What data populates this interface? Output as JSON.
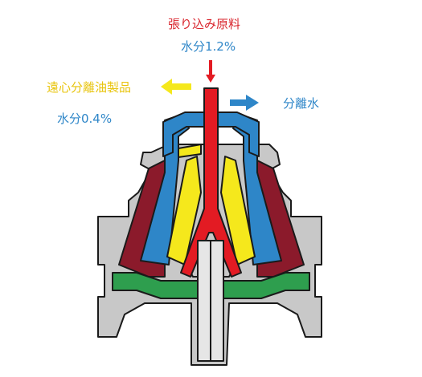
{
  "labels": {
    "feed": "張り込み原料",
    "feed_water_content": "水分1.2%",
    "oil_product": "遠心分離油製品",
    "oil_water_content": "水分0.4%",
    "separated_water": "分離水"
  },
  "colors": {
    "feed": "#e31b23",
    "oil": "#f5e81c",
    "water": "#2e86c8",
    "sludge": "#8b1a2b",
    "seal": "#2e9e4e",
    "casing": "#c8c8c8",
    "outline": "#1a1a1a"
  }
}
